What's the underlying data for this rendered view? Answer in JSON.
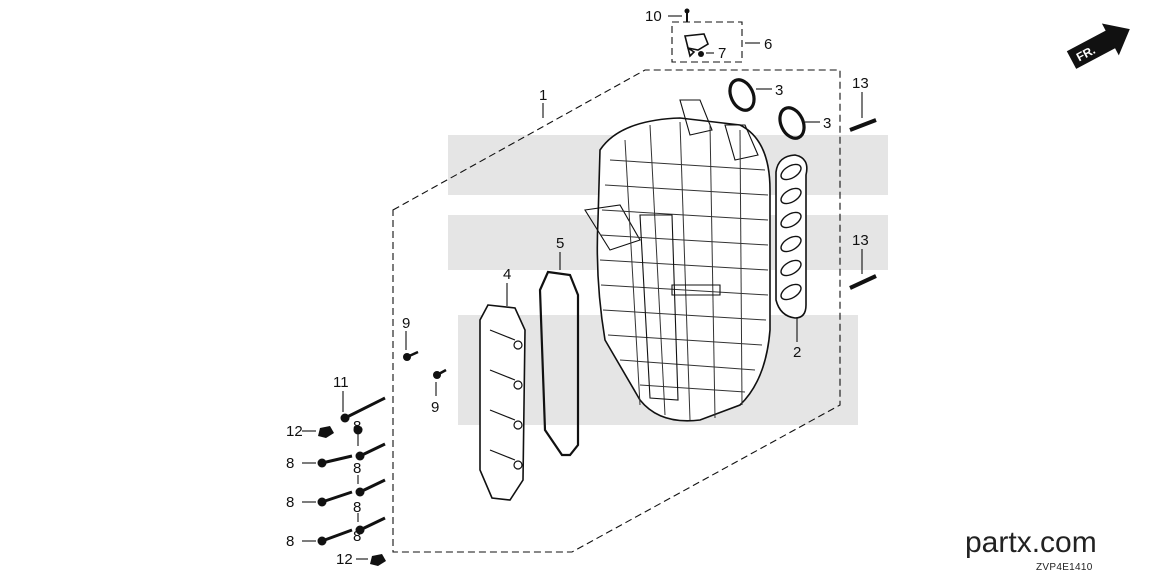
{
  "diagram": {
    "direction_indicator": {
      "label": "FR.",
      "icon": "front-direction-arrow-icon"
    },
    "callouts": {
      "c1": "1",
      "c2": "2",
      "c3a": "3",
      "c3b": "3",
      "c4": "4",
      "c5": "5",
      "c6": "6",
      "c7": "7",
      "c8a": "8",
      "c8b": "8",
      "c8c": "8",
      "c8d": "8",
      "c8e": "8",
      "c8f": "8",
      "c8g": "8",
      "c9a": "9",
      "c9b": "9",
      "c10": "10",
      "c11": "11",
      "c12a": "12",
      "c12b": "12",
      "c13a": "13",
      "c13b": "13"
    },
    "footer": {
      "brand": "partx.com",
      "diagram_code": "ZVP4E1410"
    }
  }
}
